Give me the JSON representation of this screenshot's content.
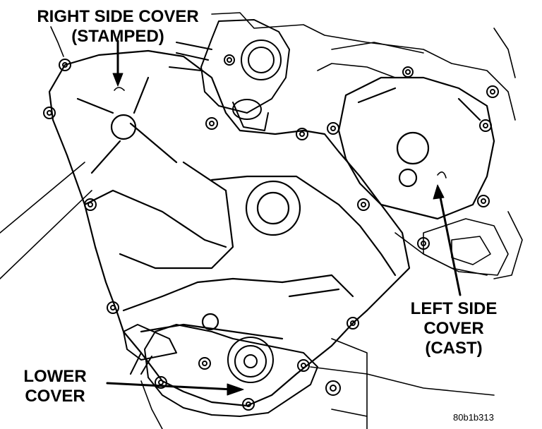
{
  "labels": {
    "right_side_cover": [
      "RIGHT SIDE COVER",
      "(STAMPED)"
    ],
    "left_side_cover": [
      "LEFT SIDE",
      "COVER",
      "(CAST)"
    ],
    "lower_cover": [
      "LOWER",
      "COVER"
    ]
  },
  "figure_id": "80b1b313",
  "colors": {
    "ink": "#000000",
    "paper": "#ffffff"
  }
}
